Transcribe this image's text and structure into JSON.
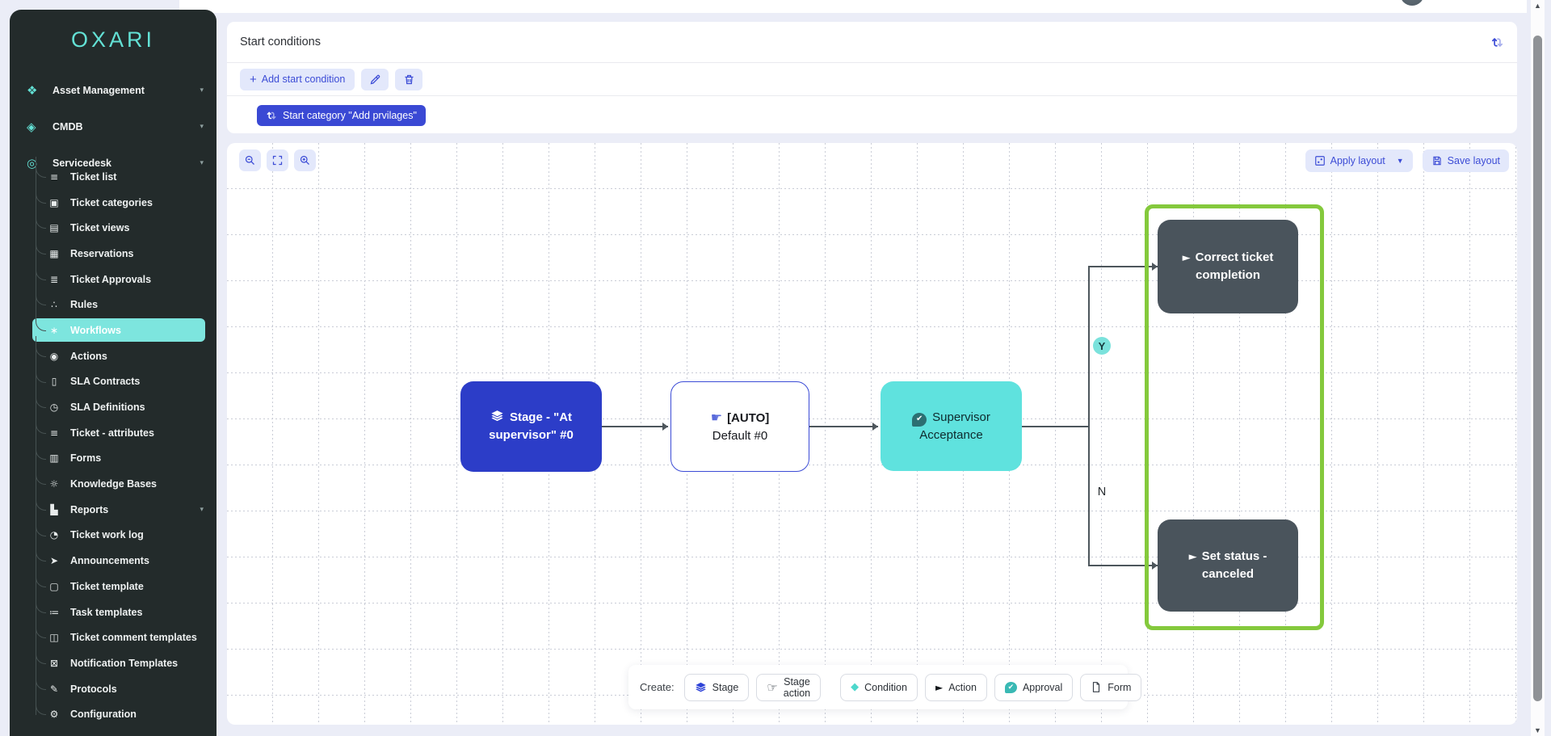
{
  "colors": {
    "accent_indigo": "#3c4cd6",
    "indigo_deep": "#2c3dc8",
    "teal": "#63e1d5",
    "teal_node": "#5fe2de",
    "dark_node": "#4a545c",
    "selection_green": "#84c93c",
    "sidebar_bg": "#232b2b",
    "page_bg": "#ebedf7"
  },
  "sidebar": {
    "logo": "OXARI",
    "sections": [
      {
        "label": "Asset Management",
        "icon": "❖",
        "chevron": "▾"
      },
      {
        "label": "CMDB",
        "icon": "◈",
        "chevron": "▾"
      },
      {
        "label": "Servicedesk",
        "icon": "◎",
        "chevron": "▾"
      }
    ],
    "items": [
      {
        "label": "Ticket list",
        "icon": "≡"
      },
      {
        "label": "Ticket categories",
        "icon": "▣"
      },
      {
        "label": "Ticket views",
        "icon": "▤"
      },
      {
        "label": "Reservations",
        "icon": "▦"
      },
      {
        "label": "Ticket Approvals",
        "icon": "≣"
      },
      {
        "label": "Rules",
        "icon": "∴"
      },
      {
        "label": "Workflows",
        "icon": "∗",
        "active": true
      },
      {
        "label": "Actions",
        "icon": "◉"
      },
      {
        "label": "SLA Contracts",
        "icon": "▯"
      },
      {
        "label": "SLA Definitions",
        "icon": "◷"
      },
      {
        "label": "Ticket - attributes",
        "icon": "≡"
      },
      {
        "label": "Forms",
        "icon": "▥"
      },
      {
        "label": "Knowledge Bases",
        "icon": "☼"
      },
      {
        "label": "Reports",
        "icon": "▙",
        "chevron": "▾"
      },
      {
        "label": "Ticket work log",
        "icon": "◔"
      },
      {
        "label": "Announcements",
        "icon": "➤"
      },
      {
        "label": "Ticket template",
        "icon": "▢"
      },
      {
        "label": "Task templates",
        "icon": "≔"
      },
      {
        "label": "Ticket comment templates",
        "icon": "◫"
      },
      {
        "label": "Notification Templates",
        "icon": "⊠"
      },
      {
        "label": "Protocols",
        "icon": "✎"
      },
      {
        "label": "Configuration",
        "icon": "⚙"
      }
    ]
  },
  "panel": {
    "title": "Start conditions",
    "add_button": "Add start condition",
    "start_category": "Start category \"Add prvilages\""
  },
  "canvas": {
    "apply_layout": "Apply layout",
    "save_layout": "Save layout",
    "nodes": {
      "stage": {
        "label": "Stage - \"At supervisor\" #0"
      },
      "auto": {
        "title": "[AUTO]",
        "subtitle": "Default #0"
      },
      "approval": {
        "label": "Supervisor Acceptance"
      },
      "correct": {
        "label": "Correct ticket completion"
      },
      "cancel": {
        "label": "Set status - canceled"
      }
    },
    "branch": {
      "yes": "Y",
      "no": "N"
    }
  },
  "create_bar": {
    "label": "Create:",
    "buttons": [
      {
        "label": "Stage"
      },
      {
        "label": "Stage action"
      },
      {
        "label": "Condition"
      },
      {
        "label": "Action"
      },
      {
        "label": "Approval"
      },
      {
        "label": "Form"
      }
    ]
  }
}
